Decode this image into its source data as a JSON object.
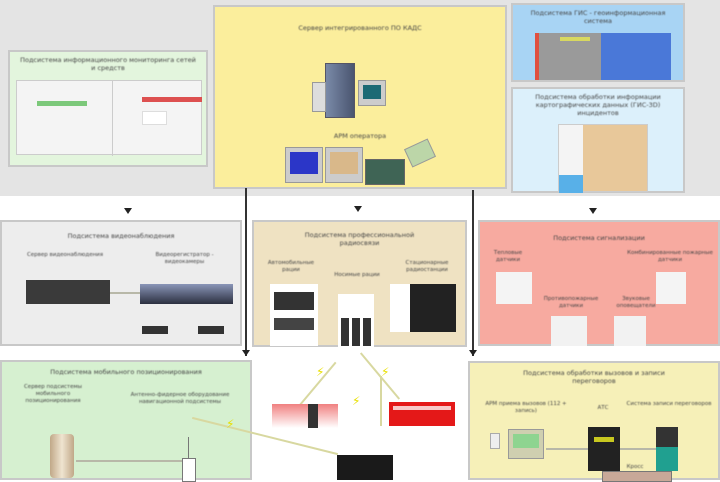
{
  "diagram": {
    "top": {
      "server": {
        "title": "Сервер интегрированного ПО КАДС",
        "operator_label": "АРМ оператора"
      },
      "monitoring": {
        "title": "Подсистема информационного мониторинга сетей и средств"
      },
      "gis": {
        "title": "Подсистема ГИС - геоинформационная система"
      },
      "data_processing": {
        "title": "Подсистема обработки информации картографических данных (ГИС-3D) инцидентов"
      }
    },
    "middle": {
      "video": {
        "title": "Подсистема видеонаблюдения",
        "server_label": "Сервер видеонаблюдения",
        "recorder_label": "Видеорегистратор - видеокамеры"
      },
      "radio": {
        "title": "Подсистема профессиональной радиосвязи",
        "vehicle_label": "Автомобильные рации",
        "portable_label": "Носимые рации",
        "base_label": "Стационарные радиостанции"
      },
      "alarm": {
        "title": "Подсистема сигнализации",
        "temp_label": "Тепловые датчики",
        "smoke_label": "Комбинированные пожарные датчики",
        "fire_label": "Противопожарные датчики",
        "sound_label": "Звуковые оповещатели"
      }
    },
    "bottom": {
      "mobile": {
        "title": "Подсистема мобильного позиционирования",
        "server_label": "Сервер подсистемы мобильного позиционирования",
        "antenna_label": "Антенно-фидерное оборудование навигационной подсистемы"
      },
      "calls": {
        "title": "Подсистема обработки вызовов и записи переговоров",
        "arm_label": "АРМ приема вызовов (112 + запись)",
        "ats_label": "АТС",
        "recorder_label": "Система записи переговоров",
        "power_label": "Кросс"
      }
    }
  }
}
